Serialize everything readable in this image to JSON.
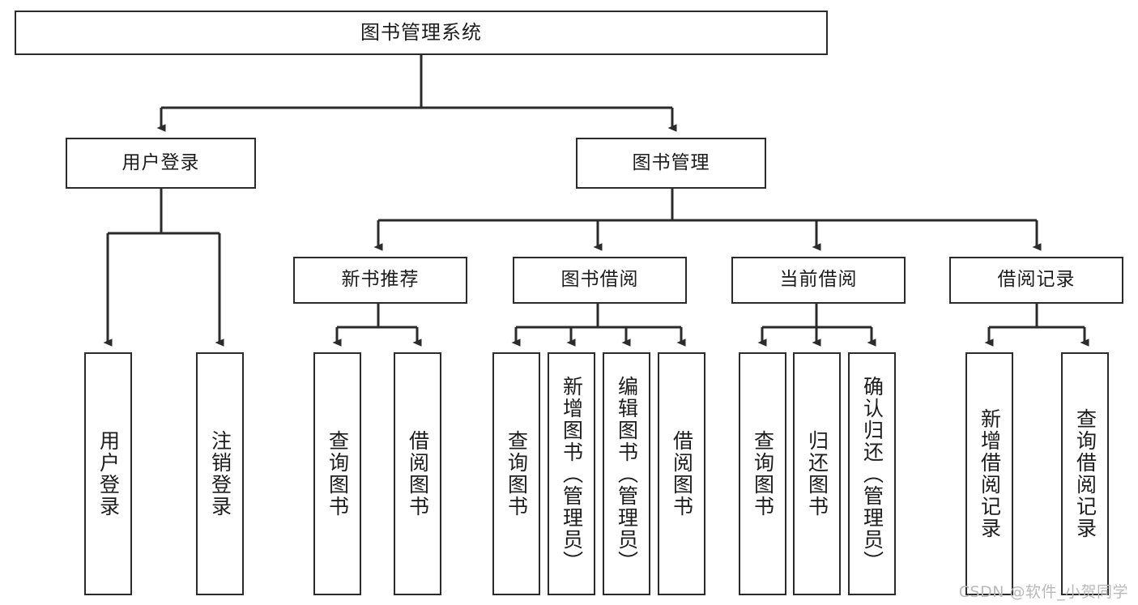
{
  "diagram": {
    "title": "图书管理系统",
    "type": "tree-hierarchy",
    "watermark": "CSDN @软件_小贺同学",
    "colors": {
      "background": "#ffffff",
      "box_border": "#2b2b2b",
      "box_fill": "#ffffff",
      "connector": "#2b2b2b",
      "text": "#1c1c1c",
      "watermark": "#b9b9b9"
    },
    "root": {
      "id": "root",
      "label": "图书管理系统"
    },
    "level2": [
      {
        "id": "user-login",
        "label": "用户登录"
      },
      {
        "id": "book-management",
        "label": "图书管理"
      }
    ],
    "level3": [
      {
        "id": "new-book-recommend",
        "label": "新书推荐",
        "parent": "book-management"
      },
      {
        "id": "book-borrow",
        "label": "图书借阅",
        "parent": "book-management"
      },
      {
        "id": "current-borrow",
        "label": "当前借阅",
        "parent": "book-management"
      },
      {
        "id": "borrow-record",
        "label": "借阅记录",
        "parent": "book-management"
      }
    ],
    "leaves": [
      {
        "id": "leaf-user-login",
        "label": "用户登录",
        "parent": "user-login"
      },
      {
        "id": "leaf-user-logout",
        "label": "注销登录",
        "parent": "user-login"
      },
      {
        "id": "leaf-query-book-1",
        "label": "查询图书",
        "parent": "new-book-recommend"
      },
      {
        "id": "leaf-borrow-book-1",
        "label": "借阅图书",
        "parent": "new-book-recommend"
      },
      {
        "id": "leaf-query-book-2",
        "label": "查询图书",
        "parent": "book-borrow"
      },
      {
        "id": "leaf-add-book",
        "label": "新增图书（管理员）",
        "parent": "book-borrow"
      },
      {
        "id": "leaf-edit-book",
        "label": "编辑图书（管理员）",
        "parent": "book-borrow"
      },
      {
        "id": "leaf-borrow-book-2",
        "label": "借阅图书",
        "parent": "book-borrow"
      },
      {
        "id": "leaf-query-book-3",
        "label": "查询图书",
        "parent": "current-borrow"
      },
      {
        "id": "leaf-return-book",
        "label": "归还图书",
        "parent": "current-borrow"
      },
      {
        "id": "leaf-confirm-return",
        "label": "确认归还（管理员）",
        "parent": "current-borrow"
      },
      {
        "id": "leaf-add-record",
        "label": "新增借阅记录",
        "parent": "borrow-record"
      },
      {
        "id": "leaf-query-record",
        "label": "查询借阅记录",
        "parent": "borrow-record"
      }
    ]
  }
}
